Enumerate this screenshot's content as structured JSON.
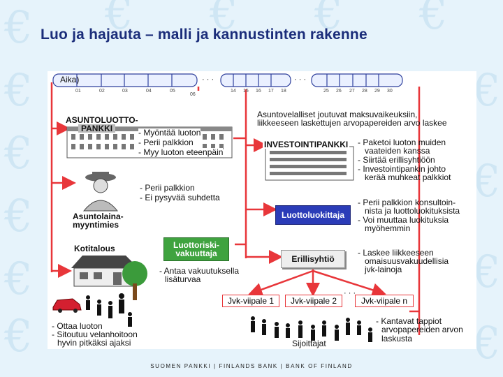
{
  "slide": {
    "title": "Luo ja hajauta – malli ja kannustinten rakenne",
    "footer": "SUOMEN PANKKI | FINLANDS BANK | BANK OF FINLAND",
    "background_symbol": "€"
  },
  "timeline": {
    "label": "Aika)",
    "ellipsis": "· · ·",
    "ticks_a": [
      "01",
      "02",
      "03",
      "04",
      "05",
      "06"
    ],
    "ticks_b": [
      "14",
      "15",
      "16",
      "17",
      "18"
    ],
    "ticks_c": [
      "25",
      "26",
      "27",
      "28",
      "29",
      "30"
    ]
  },
  "bank": {
    "name_line1": "ASUNTOLUOTTO-",
    "name_line2": "PANKKI",
    "bullets": [
      "- Myöntää luoton",
      "- Perii palkkion",
      "- Myy luoton eteenpäin"
    ]
  },
  "broker": {
    "name_line1": "Asuntolaina-",
    "name_line2": "myyntimies",
    "bullets": [
      "- Perii palkkion",
      "- Ei pysyvää suhdetta"
    ]
  },
  "household": {
    "name": "Kotitalous",
    "bullets": [
      "- Ottaa luoton",
      "- Sitoutuu velanhoitoon",
      "hyvin pitkäksi ajaksi"
    ]
  },
  "insurer": {
    "name_line1": "Luottoriski-",
    "name_line2": "vakuuttaja",
    "bullets": [
      "- Antaa vakuutuksella",
      "lisäturvaa"
    ]
  },
  "defaults_note": [
    "Asuntovelalliset joutuvat maksuvaikeuksiin,",
    "liikkeeseen laskettujen arvopapereiden arvo laskee"
  ],
  "invest_bank": {
    "name": "INVESTOINTIPANKKI",
    "bullets": [
      "- Paketoi luoton muiden",
      "vaateiden kanssa",
      "- Siirtää erillisyhtiöön",
      "- Investointipankin johto",
      "kerää muhkeat palkkiot"
    ]
  },
  "rating_agency": {
    "name": "Luottoluokittaja",
    "bullets": [
      "- Perii palkkion konsultoin-",
      "nista ja luottoluokituksista",
      "- Voi muuttaa luokituksia",
      "myöhemmin"
    ]
  },
  "spv": {
    "name": "Erillisyhtiö",
    "bullets": [
      "- Laskee liikkeeseen",
      "omaisuusvakuudellisia",
      "jvk-lainoja"
    ]
  },
  "tranches": [
    "Jvk-viipale 1",
    "Jvk-viipale 2",
    "Jvk-viipale n"
  ],
  "tranche_ellipsis": "· · ·",
  "investors": {
    "label": "Sijoittajat",
    "bullets": [
      "- Kantavat tappiot",
      "arvopapereiden arvon",
      "laskusta"
    ]
  },
  "colors": {
    "title": "#1b2d7a",
    "arrow": "#e8363a",
    "timeline_line": "#2e3f9c",
    "rating_box": "#2b3cb8",
    "insurer_box": "#3fa33f",
    "tranche_border": "#e8363a",
    "background": "#e6f3fb"
  }
}
